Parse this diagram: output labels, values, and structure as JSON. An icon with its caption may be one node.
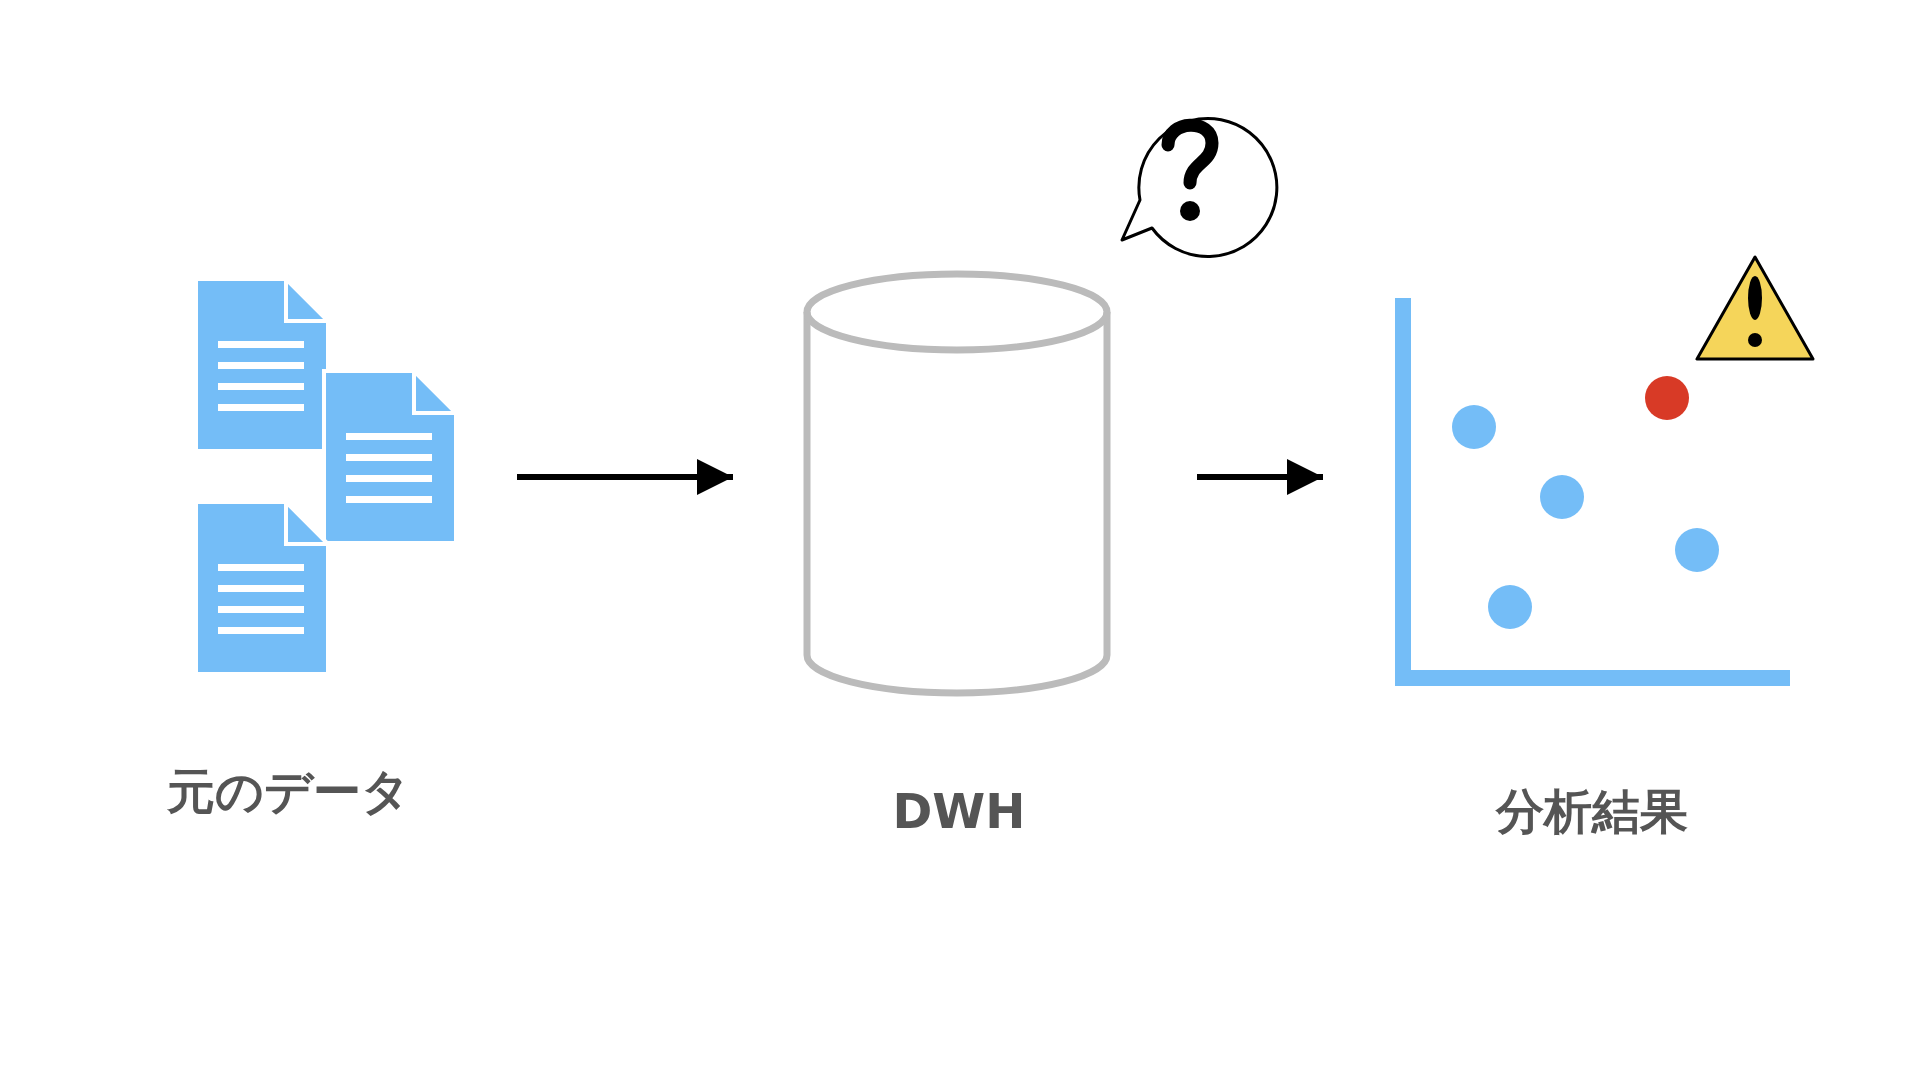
{
  "diagram": {
    "nodes": [
      {
        "text": [
          "元のデータ"
        ]
      },
      {
        "text": [
          "DWH"
        ]
      },
      {
        "text": [
          "分析結果"
        ]
      }
    ],
    "edges": [
      {
        "from": 0,
        "to": 1,
        "arrow": "to"
      },
      {
        "from": 1,
        "to": 2,
        "arrow": "to"
      }
    ]
  }
}
